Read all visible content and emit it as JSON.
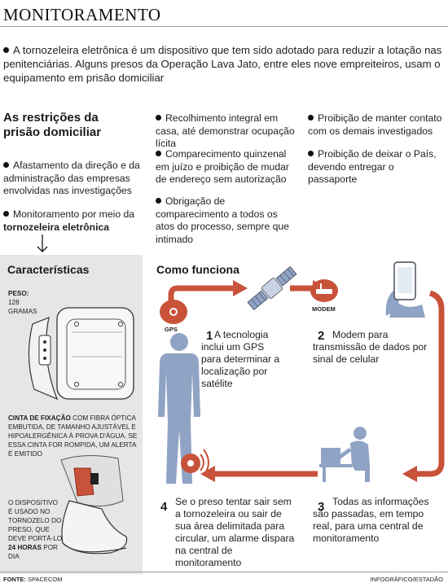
{
  "title": "MONITORAMENTO",
  "intro": "A tornozeleira eletrônica é um dispositivo que tem sido adotado para reduzir a lotação nas penitenciárias. Alguns presos da Operação Lava Jato, entre eles nove empreiteiros, usam o equipamento em prisão domiciliar",
  "restrictions": {
    "title": "As restrições da prisão domiciliar",
    "col1": [
      {
        "text": "Afastamento da direção e da administração das empresas envolvidas nas investigações"
      },
      {
        "text": "Monitoramento por meio da ",
        "bold": "tornozeleira eletrônica"
      }
    ],
    "col2": [
      "Recolhimento integral em casa, até demonstrar ocupação lícita",
      "Comparecimento quinzenal em juízo e proibição de mudar de endereço sem autorização",
      "Obrigação de comparecimento a todos os atos do processo, sempre que intimado"
    ],
    "col3": [
      "Proibição de manter contato com os demais investigados",
      "Proibição de deixar o País, devendo entregar o passaporte"
    ]
  },
  "characteristics": {
    "title": "Características",
    "weight_label": "PESO:",
    "weight_value": "128",
    "weight_unit": "GRAMAS",
    "strap_bold": "CINTA DE FIXAÇÃO",
    "strap_text": " COM FIBRA ÓPTICA EMBUTIDA, DE TAMANHO AJUSTÁVEL E HIPOALERGÊNICA À PROVA D'ÁGUA. SE ESSA CINTA FOR ROMPIDA, UM ALERTA É EMITIDO",
    "device_text": "O DISPOSITIVO É USADO NO TORNOZELO DO PRESO, QUE DEVE PORTÁ-LO ",
    "device_bold": "24 HORAS",
    "device_text2": " POR DIA"
  },
  "how_it_works": {
    "title": "Como funciona",
    "gps_label": "GPS",
    "modem_label": "MODEM",
    "steps": [
      {
        "num": "1",
        "text": "A tecnologia inclui um GPS para determinar a localização por satélite"
      },
      {
        "num": "2",
        "text": "Modem para transmissão de dados por sinal de celular"
      },
      {
        "num": "3",
        "text": "Todas as informações são passadas, em tempo real, para uma central de monitoramento"
      },
      {
        "num": "4",
        "text": "Se o preso tentar sair sem a tornozeleira ou sair de sua área delimitada para circular, um alarme dispara na central de monitoramento"
      }
    ]
  },
  "footer": {
    "source_label": "FONTE:",
    "source_value": "SPACECOM",
    "credit": "INFOGRÁFICO/ESTADÃO"
  },
  "colors": {
    "accent": "#c8523a",
    "figure": "#8fa3c4",
    "panel": "#e6e6e6"
  }
}
